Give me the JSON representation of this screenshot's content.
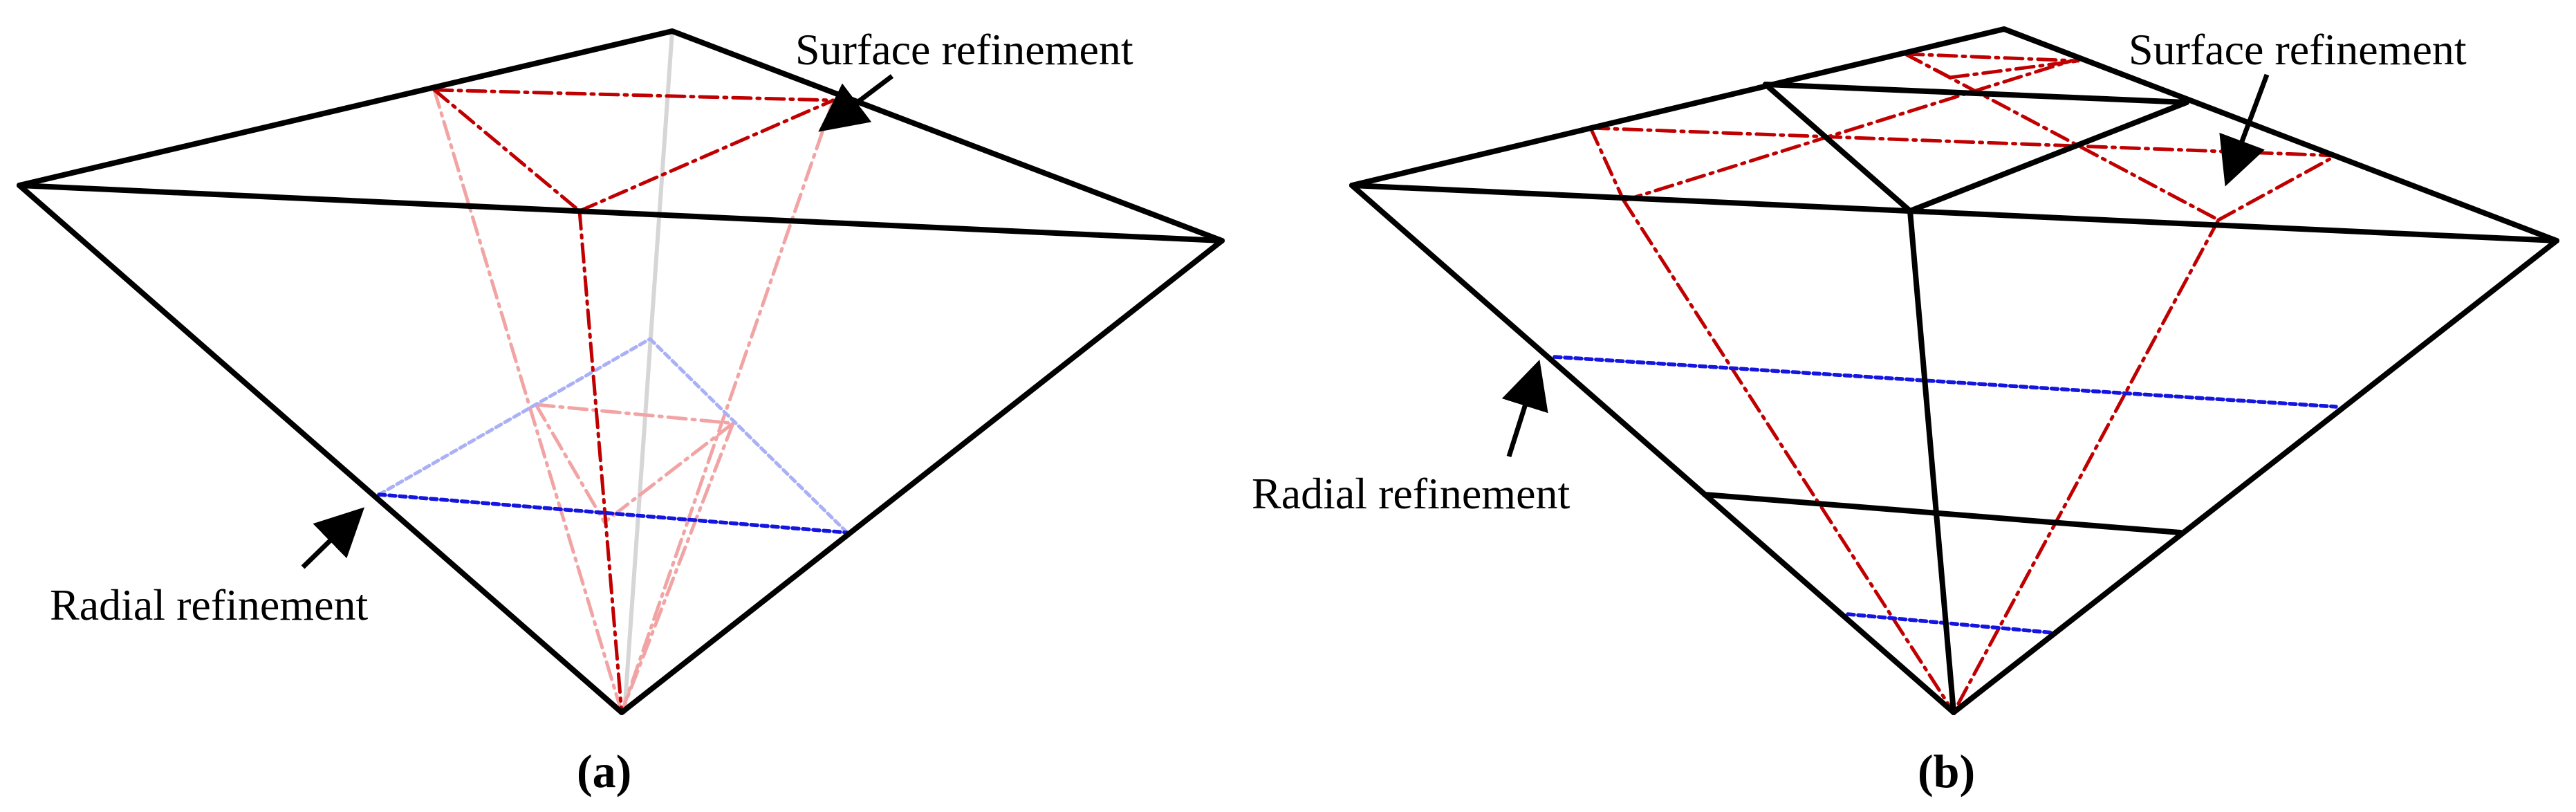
{
  "panel_a": {
    "caption": "(a)",
    "surface_label": "Surface refinement",
    "radial_label": "Radial refinement"
  },
  "panel_b": {
    "caption": "(b)",
    "surface_label": "Surface refinement",
    "radial_label": "Radial refinement"
  },
  "colors": {
    "frame": "#000000",
    "surface_refinement": "#c00000",
    "surface_refinement_hidden": "#f2a4a4",
    "radial_refinement": "#1515e0",
    "radial_refinement_hidden": "#aab0f5",
    "hidden_edge": "#d6d6d6"
  }
}
